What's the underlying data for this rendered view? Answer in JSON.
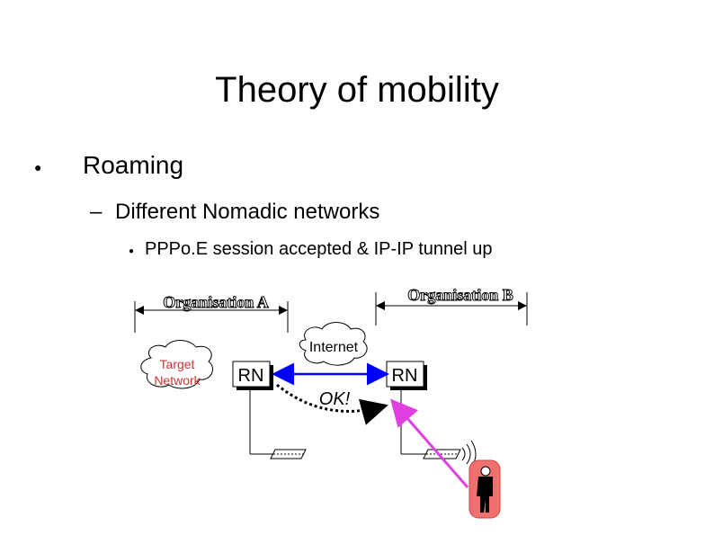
{
  "slide": {
    "title": "Theory of mobility",
    "bullets": [
      {
        "marker": "●",
        "text": "Roaming"
      },
      {
        "marker": "–",
        "text": "Different Nomadic networks"
      },
      {
        "marker": "●",
        "text": "PPPo.E session accepted & IP-IP tunnel up"
      }
    ]
  },
  "diagram": {
    "org_left_label": "Organisation A",
    "org_right_label": "Organisation B",
    "target_network_label": [
      "Target",
      "Network"
    ],
    "internet_label": "Internet",
    "rn_left_label": "RN",
    "rn_right_label": "RN",
    "ok_label": "OK!",
    "colors": {
      "tunnel_arrow": "#0000ff",
      "user_arrow": "#e040e0",
      "user_figure": "#e05050",
      "target_text": "#cc3333"
    }
  }
}
